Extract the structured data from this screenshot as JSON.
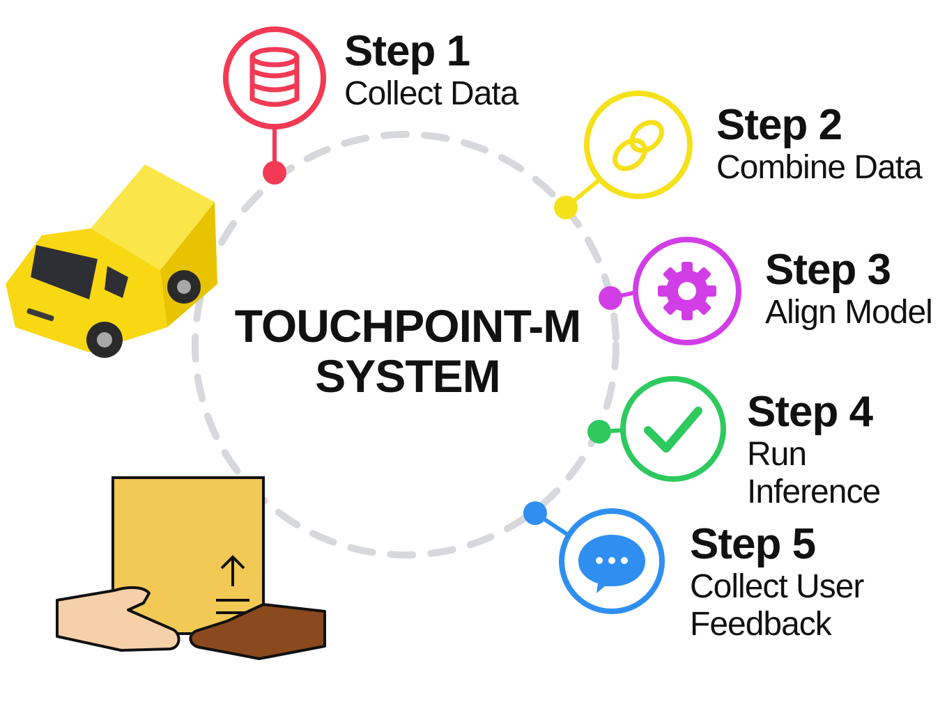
{
  "title_line1": "TOUCHPOINT-M",
  "title_line2": "SYSTEM",
  "colors": {
    "step1": "#f23a55",
    "step2": "#f5e11a",
    "step3": "#d13ee6",
    "step4": "#2ec95f",
    "step5": "#2f8ff0",
    "ring": "#d6d8dc",
    "van": "#f7d812",
    "box": "#f3c955"
  },
  "steps": [
    {
      "number": "Step 1",
      "label": "Collect Data",
      "icon": "database-icon"
    },
    {
      "number": "Step 2",
      "label": "Combine Data",
      "icon": "link-icon"
    },
    {
      "number": "Step 3",
      "label": "Align Model",
      "icon": "gear-icon"
    },
    {
      "number": "Step 4",
      "label": "Run Inference",
      "icon": "checkmark-icon"
    },
    {
      "number": "Step 5",
      "label": "Collect User Feedback",
      "icon": "chat-bubble-icon"
    }
  ],
  "illustrations": [
    "delivery-van-icon",
    "package-handoff-icon"
  ]
}
